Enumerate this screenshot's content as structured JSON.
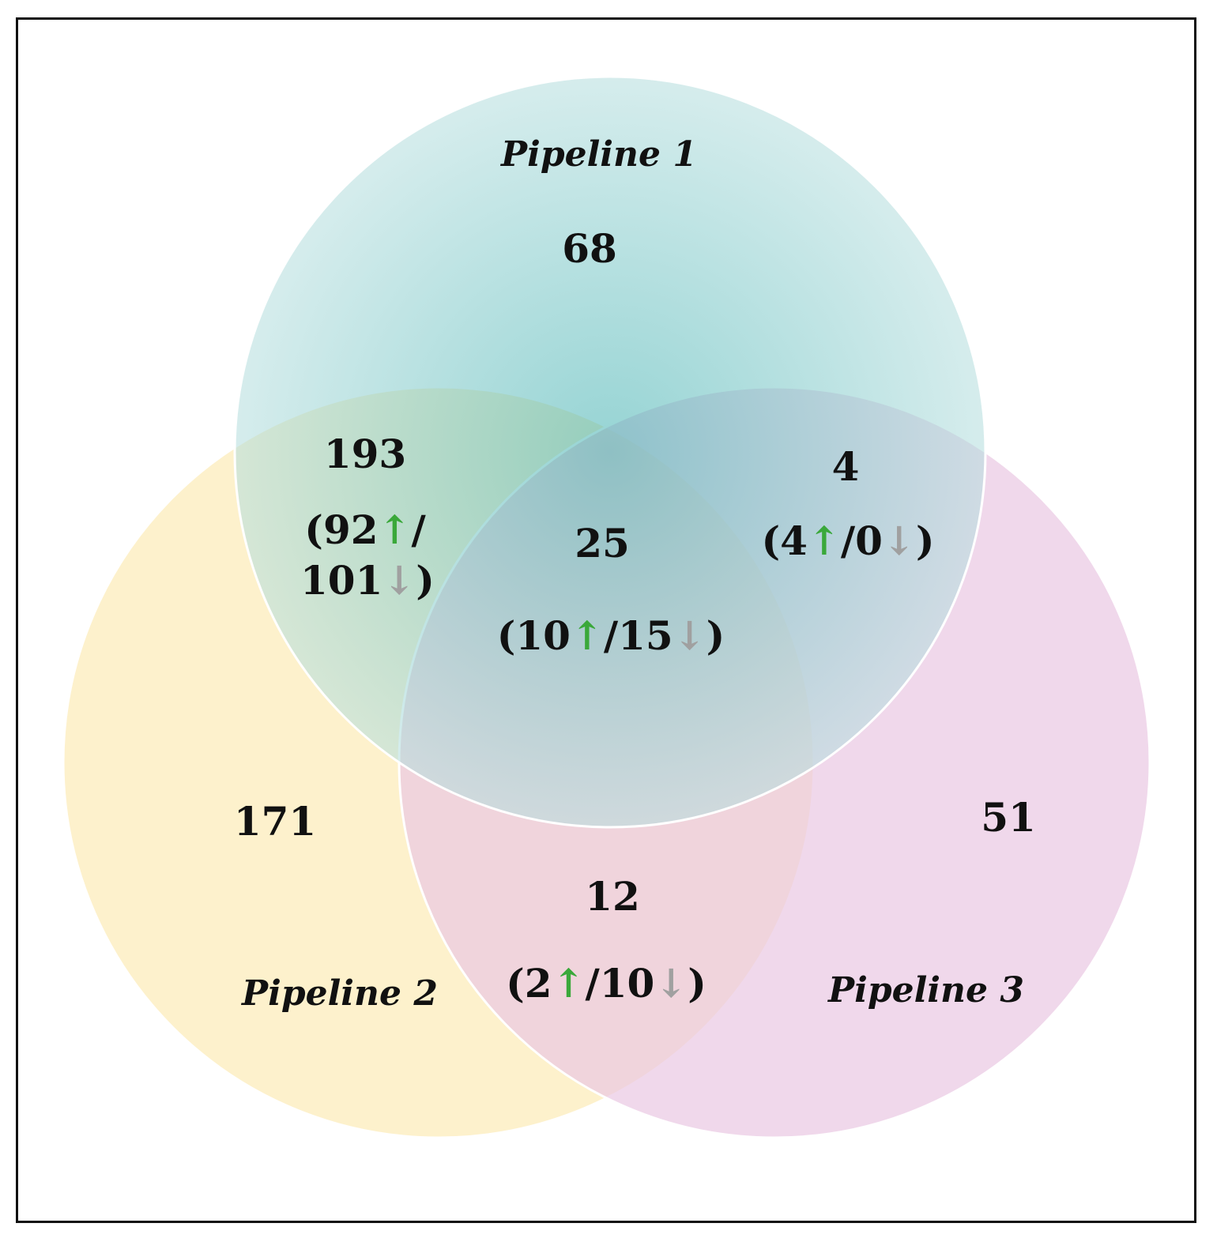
{
  "colors": {
    "pipeline1": "#7fc8c8",
    "pipeline1_center": "#3fb0b0",
    "pipeline2": "#fdefc3",
    "pipeline3": "#e9c7e3",
    "arrow_up": "#3aa83a",
    "arrow_down": "#a0a0a0",
    "outline": "#ffffff"
  },
  "sets": {
    "pipeline1": {
      "label": "Pipeline 1"
    },
    "pipeline2": {
      "label": "Pipeline 2"
    },
    "pipeline3": {
      "label": "Pipeline 3"
    }
  },
  "regions": {
    "only_1": {
      "count": "68"
    },
    "only_2": {
      "count": "171"
    },
    "only_3": {
      "count": "51"
    },
    "p1_p2": {
      "count": "193",
      "up": "92",
      "down": "101"
    },
    "p1_p3": {
      "count": "4",
      "up": "4",
      "down": "0"
    },
    "p2_p3": {
      "count": "12",
      "up": "2",
      "down": "10"
    },
    "all": {
      "count": "25",
      "up": "10",
      "down": "15"
    }
  },
  "symbols": {
    "up": "↑",
    "down": "↓",
    "sep": "/",
    "open": "(",
    "close": ")"
  }
}
